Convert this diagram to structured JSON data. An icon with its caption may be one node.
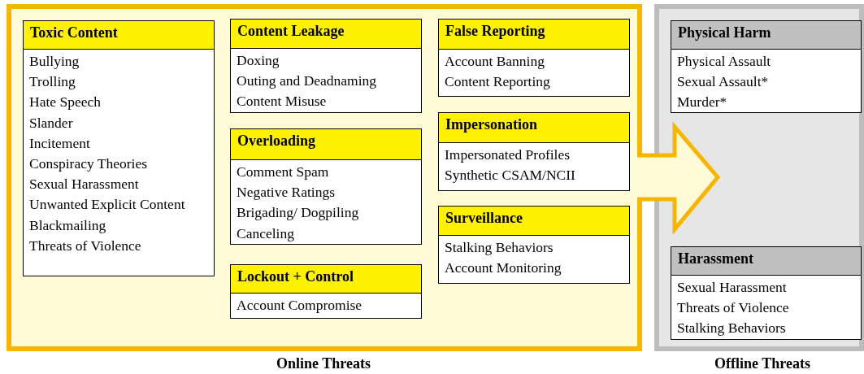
{
  "diagram": {
    "nodes": [
      {
        "text": [
          "Online Threats"
        ]
      },
      {
        "text": [
          "Toxic Content",
          "Bullying",
          "Trolling",
          "Hate Speech",
          "Slander",
          "Incitement",
          "Conspiracy Theories",
          "Sexual Harassment",
          "Unwanted Explicit Content",
          "Blackmailing",
          "Threats of Violence"
        ],
        "in": 0
      },
      {
        "text": [
          "Content Leakage",
          "Doxing",
          "Outing and Deadnaming",
          "Content Misuse"
        ],
        "in": 0
      },
      {
        "text": [
          "Overloading",
          "Comment Spam",
          "Negative Ratings",
          "Brigading/ Dogpiling",
          "Canceling"
        ],
        "in": 0
      },
      {
        "text": [
          "Lockout + Control",
          "Account Compromise"
        ],
        "in": 0
      },
      {
        "text": [
          "False Reporting",
          "Account Banning",
          "Content Reporting"
        ],
        "in": 0
      },
      {
        "text": [
          "Impersonation",
          "Impersonated Profiles",
          "Synthetic CSAM/NCII"
        ],
        "in": 0
      },
      {
        "text": [
          "Surveillance",
          "Stalking Behaviors",
          "Account Monitoring"
        ],
        "in": 0
      },
      {
        "text": [
          "Offline Threats"
        ]
      },
      {
        "text": [
          "Physical Harm",
          "Physical Assault",
          "Sexual Assault*",
          "Murder*"
        ],
        "in": 8
      },
      {
        "text": [
          "Harassment",
          "Sexual Harassment",
          "Threats of Violence",
          "Stalking Behaviors"
        ],
        "in": 8
      }
    ],
    "edges": [
      {
        "from": 0,
        "to": 8,
        "arrow": "to",
        "style": "thick",
        "color": "#f7b500"
      }
    ]
  }
}
